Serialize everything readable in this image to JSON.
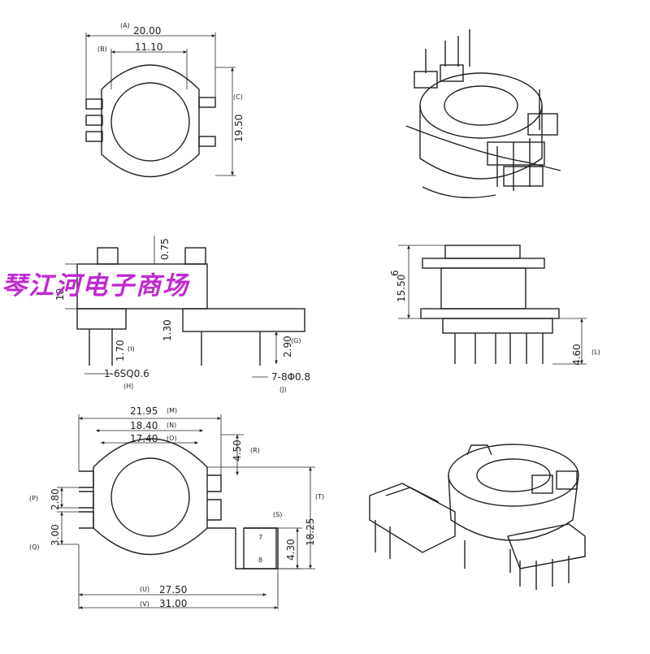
{
  "watermark": "琴江河电子商场",
  "views": {
    "top": {
      "A": {
        "label": "(A)",
        "value": "20.00"
      },
      "B": {
        "label": "(B)",
        "value": "11.10"
      },
      "C": {
        "label": "(C)",
        "value": "19.50"
      }
    },
    "side": {
      "top_dim": "0.75",
      "left_dim": "10",
      "mid_dim": "1.30",
      "pin_len": "1.70",
      "pin_len_label": "(I)",
      "pin_sq": "1-6SQ0.6",
      "pin_sq_label": "(H)",
      "pin_dia": "7-8Φ0.8",
      "pin_dia_label": "(J)",
      "right_pin": "2.90",
      "right_pin_label": "(G)"
    },
    "front": {
      "top_dim": "6",
      "height": "15.50",
      "pin": "4.60",
      "pin_label": "(L)"
    },
    "bottom": {
      "M": {
        "label": "(M)",
        "value": "21.95"
      },
      "N": {
        "label": "(N)",
        "value": "18.40"
      },
      "O": {
        "label": "(O)",
        "value": "17.40"
      },
      "R": {
        "label": "(R)",
        "value": "4.50"
      },
      "P": {
        "label": "(P)",
        "value": "2.80"
      },
      "Q": {
        "label": "(Q)",
        "value": "3.00"
      },
      "S": {
        "label": "(S)",
        "value": "4.30"
      },
      "T": {
        "label": "(T)",
        "value": "18.25"
      },
      "U": {
        "label": "(U)",
        "value": "27.50"
      },
      "V": {
        "label": "(V)",
        "value": "31.00"
      },
      "pin7": "7",
      "pin8": "8"
    }
  }
}
